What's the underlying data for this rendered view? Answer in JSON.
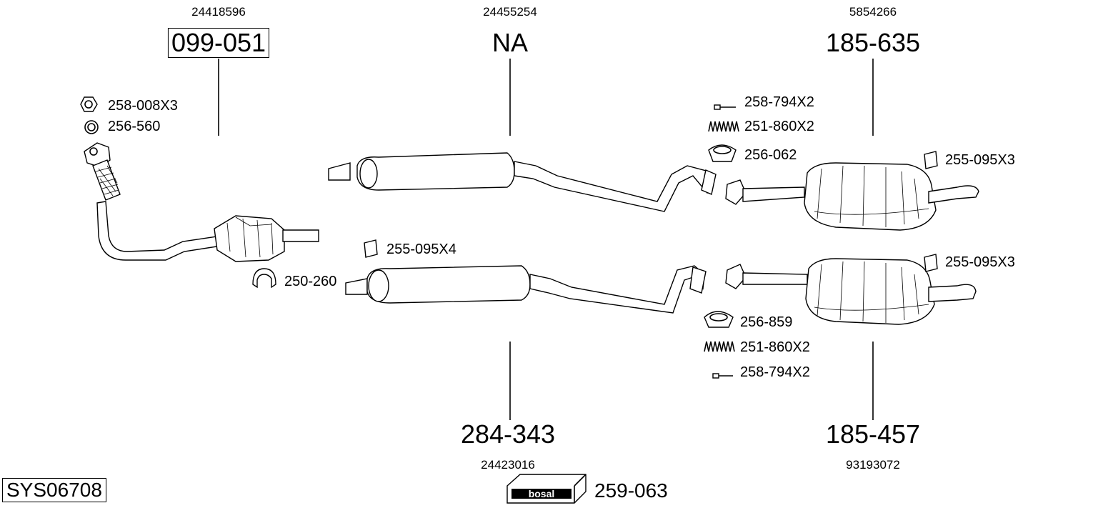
{
  "parts": {
    "p1": {
      "oem": "24418596",
      "part": "099-051"
    },
    "p2": {
      "oem": "24455254",
      "part": "NA"
    },
    "p3": {
      "oem": "5854266",
      "part": "185-635"
    },
    "p4": {
      "oem": "24423016",
      "part": "284-343"
    },
    "p5": {
      "oem": "93193072",
      "part": "185-457"
    }
  },
  "accessories": {
    "a1": "258-008X3",
    "a2": "256-560",
    "a3": "258-794X2",
    "a4": "251-860X2",
    "a5": "256-062",
    "a6": "255-095X3",
    "a7": "255-095X4",
    "a8": "250-260",
    "a9": "255-095X3",
    "a10": "256-859",
    "a11": "251-860X2",
    "a12": "258-794X2"
  },
  "system_code": "SYS06708",
  "brand": {
    "logo_text": "bosal",
    "part": "259-063"
  }
}
